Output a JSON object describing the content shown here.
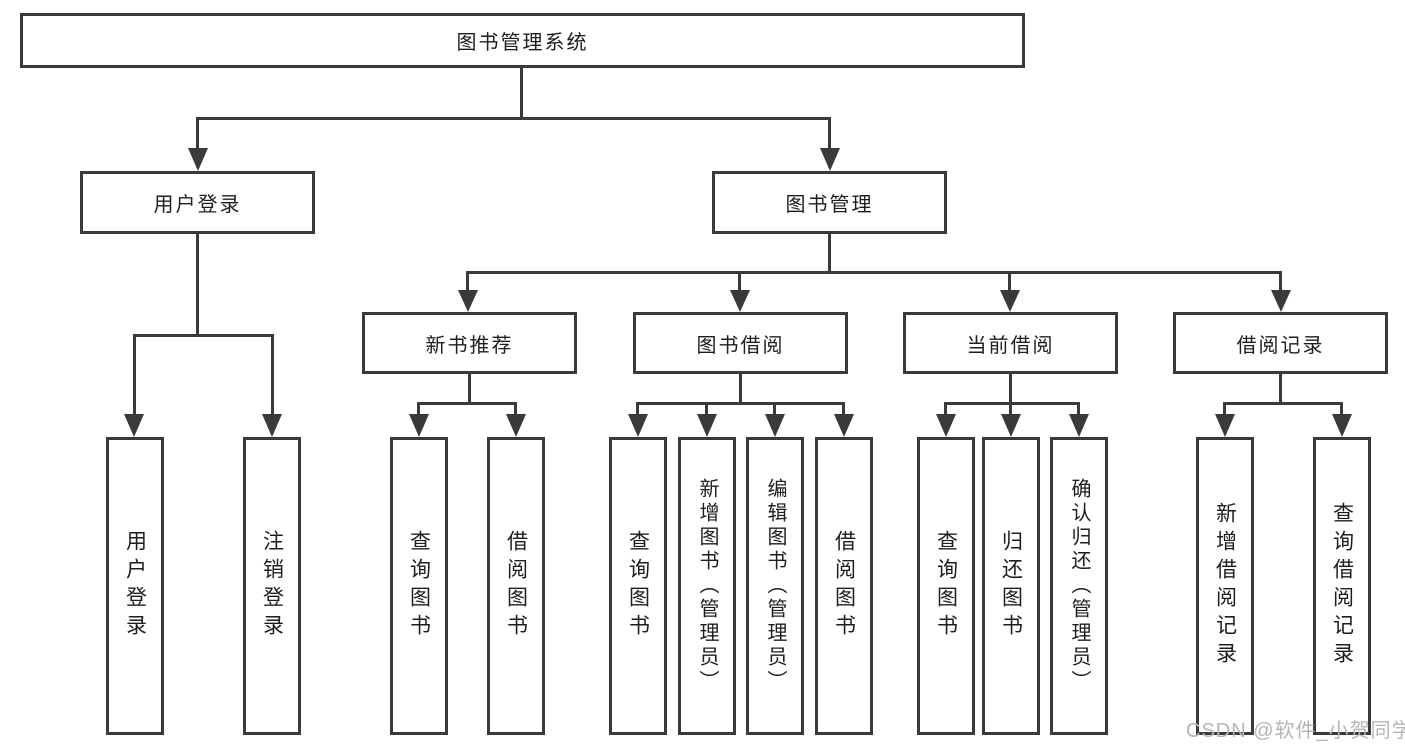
{
  "diagram": {
    "type": "hierarchy-tree",
    "colors": {
      "line": "#3a3a3a",
      "text": "#1e1e1e",
      "background": "#ffffff",
      "watermark": "#b5b5b5"
    }
  },
  "tree": {
    "root": {
      "label": "图书管理系统"
    },
    "branches": [
      {
        "label": "用户登录",
        "children": [
          {
            "label": "用户登录"
          },
          {
            "label": "注销登录"
          }
        ]
      },
      {
        "label": "图书管理",
        "children": [
          {
            "label": "新书推荐",
            "children": [
              {
                "label": "查询图书"
              },
              {
                "label": "借阅图书"
              }
            ]
          },
          {
            "label": "图书借阅",
            "children": [
              {
                "label": "查询图书"
              },
              {
                "label": "新增图书（管理员）"
              },
              {
                "label": "编辑图书（管理员）"
              },
              {
                "label": "借阅图书"
              }
            ]
          },
          {
            "label": "当前借阅",
            "children": [
              {
                "label": "查询图书"
              },
              {
                "label": "归还图书"
              },
              {
                "label": "确认归还（管理员）"
              }
            ]
          },
          {
            "label": "借阅记录",
            "children": [
              {
                "label": "新增借阅记录"
              },
              {
                "label": "查询借阅记录"
              }
            ]
          }
        ]
      }
    ]
  },
  "watermark": {
    "text": "CSDN @软件_小贺同学"
  }
}
